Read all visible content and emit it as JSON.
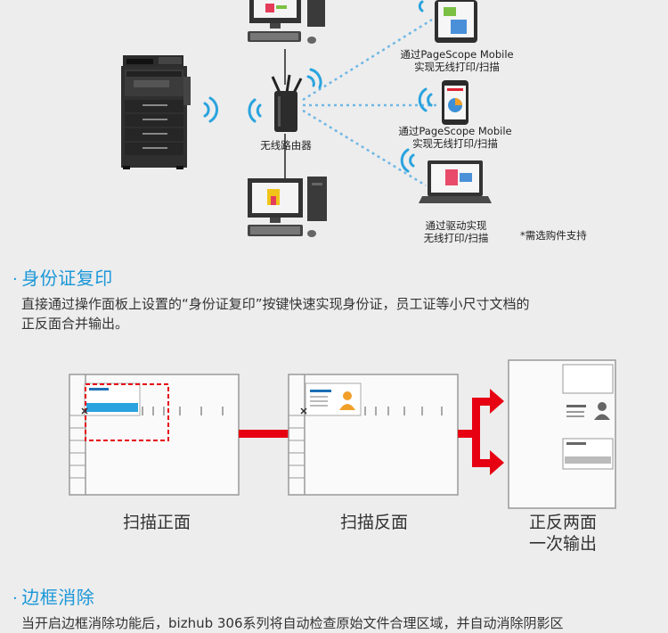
{
  "network": {
    "labels": {
      "tablet": [
        "通过PageScope Mobile",
        "实现无线打印/扫描"
      ],
      "phone": [
        "通过PageScope Mobile",
        "实现无线打印/扫描"
      ],
      "laptop": [
        "通过驱动实现",
        "无线打印/扫描"
      ],
      "router": "无线路由器",
      "note": "*需选购件支持"
    }
  },
  "id_copy": {
    "title": "身份证复印",
    "description_line1": "直接通过操作面板上设置的“身份证复印”按键快速实现身份证，员工证等小尺寸文档的",
    "description_line2": "正反面合并输出。",
    "steps": [
      {
        "label": "扫描正面"
      },
      {
        "label": "扫描反面"
      },
      {
        "label_line1": "正反两面",
        "label_line2": "一次输出"
      }
    ]
  },
  "border_erase": {
    "title": "边框消除",
    "description": "当开启边框消除功能后，bizhub 306系列将自动检查原始文件合理区域，并自动消除阴影区"
  },
  "colors": {
    "accent_blue": "#1a97d8",
    "arrow_red": "#e60012",
    "dash_blue": "#4aa8e0"
  }
}
